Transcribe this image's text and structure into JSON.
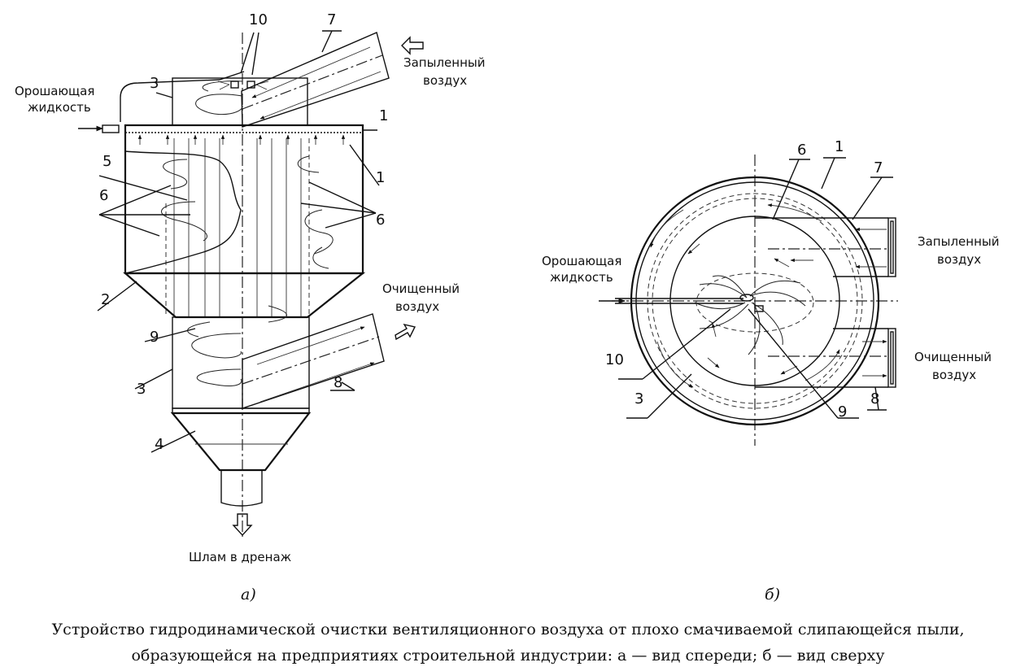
{
  "left_view": {
    "label_irrigation": [
      "Орошающая",
      "жидкость"
    ],
    "label_dusty_air": [
      "Запыленный",
      "воздух"
    ],
    "label_clean_air": [
      "Очищенный",
      "воздух"
    ],
    "label_sludge": "Шлам в дренаж",
    "numbers": {
      "n10": "10",
      "n7": "7",
      "n3a": "3",
      "n1a": "1",
      "n1b": "1",
      "n5": "5",
      "n6a": "6",
      "n6b": "6",
      "n2": "2",
      "n9": "9",
      "n3b": "3",
      "n8": "8",
      "n4": "4"
    },
    "sublabel": "а)"
  },
  "right_view": {
    "label_irrigation": [
      "Орошающая",
      "жидкость"
    ],
    "label_dusty_air": [
      "Запыленный",
      "воздух"
    ],
    "label_clean_air": [
      "Очищенный",
      "воздух"
    ],
    "numbers": {
      "n6": "6",
      "n1": "1",
      "n7": "7",
      "n10": "10",
      "n3": "3",
      "n9": "9",
      "n8": "8"
    },
    "sublabel": "б)"
  },
  "caption": {
    "line1": "Устройство гидродинамической очистки вентиляционного воздуха от плохо смачиваемой слипающейся пыли,",
    "line2": "образующейся на предприятиях строительной индустрии: а — вид спереди; б — вид сверху"
  }
}
